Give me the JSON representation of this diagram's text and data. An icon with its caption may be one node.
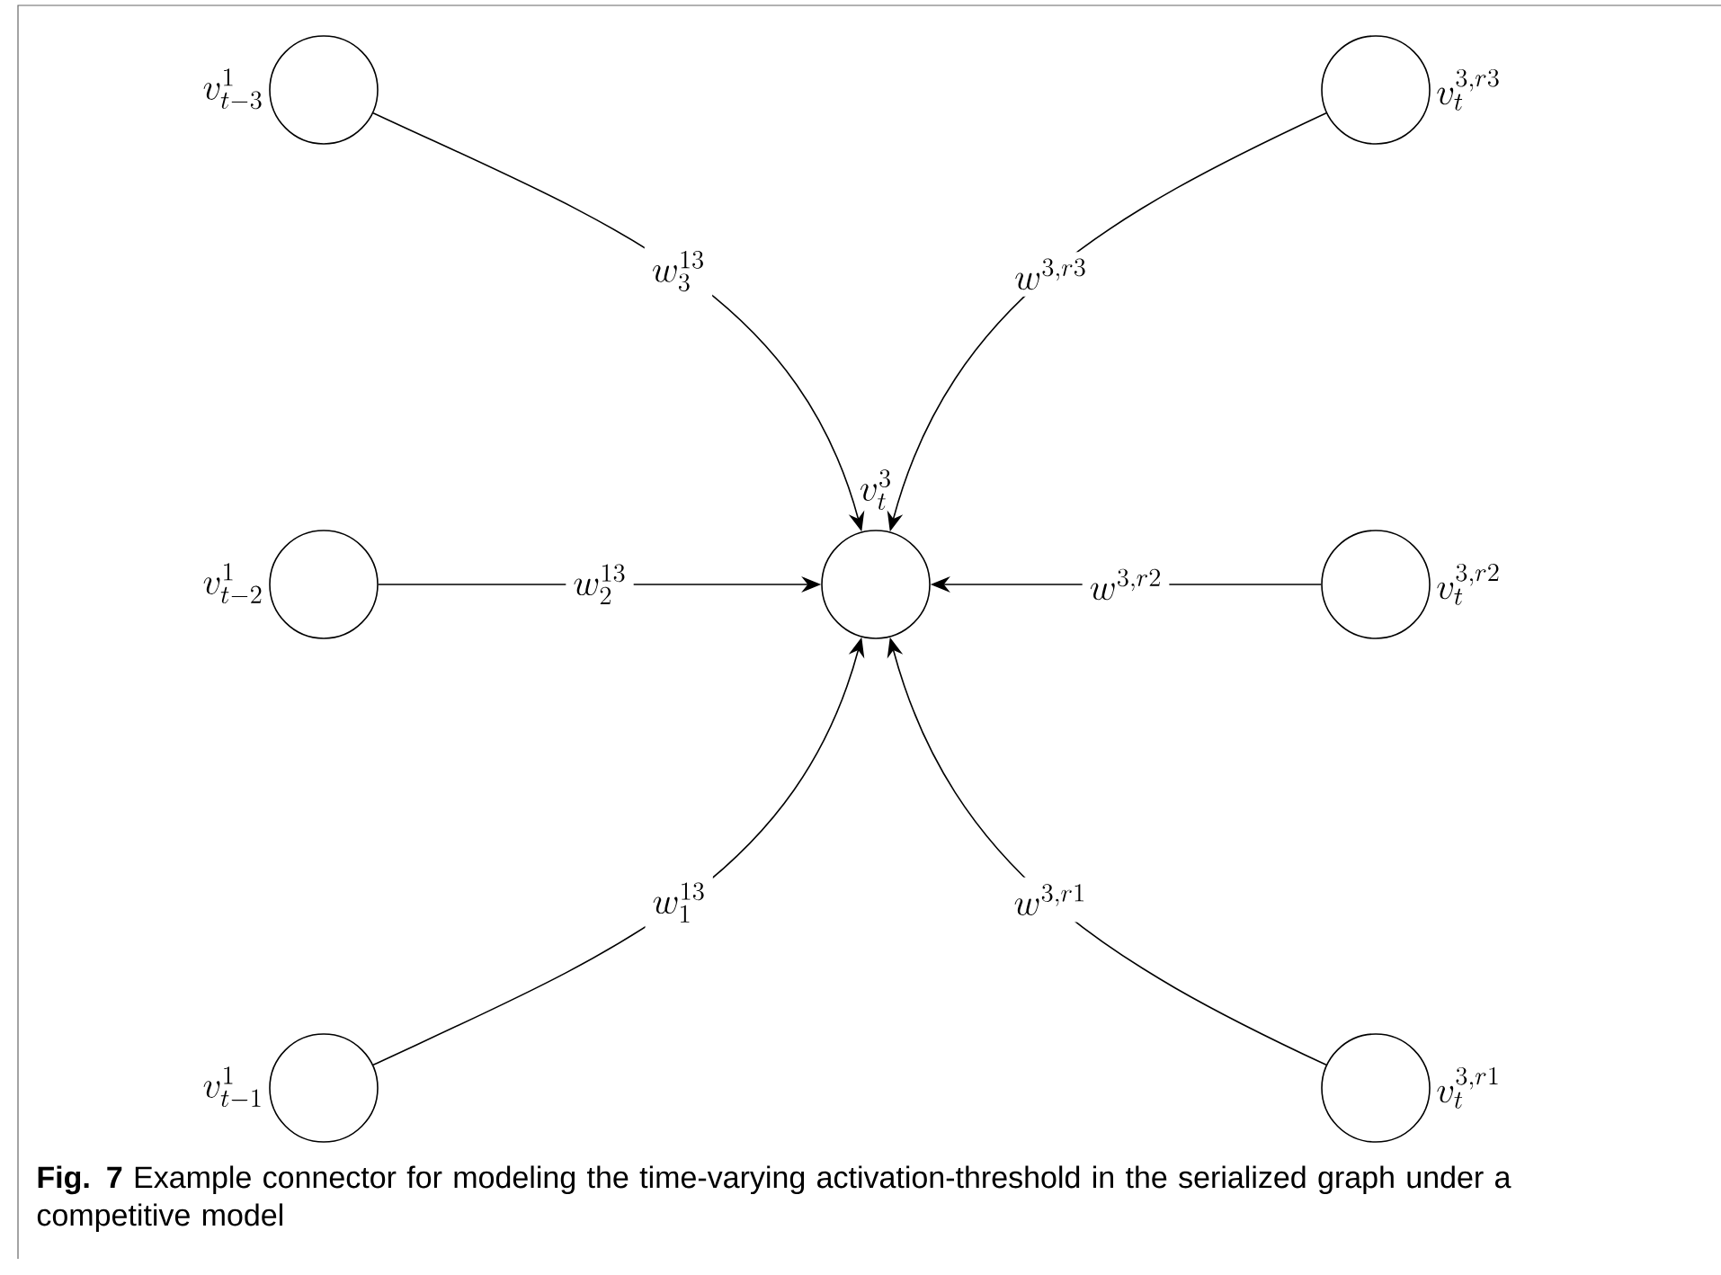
{
  "diagram": {
    "caption": "**Fig. 7** Example connector for modeling the time-varying activation-threshold in the serialized graph under a competitive model",
    "nodes": [
      {
        "text": [],
        "shape": "circle",
        "beside": [
          "v_{t-3}^{1}"
        ]
      },
      {
        "text": [],
        "shape": "circle",
        "beside": [
          "v_{t}^{3,r3}"
        ]
      },
      {
        "text": [],
        "shape": "circle",
        "beside": [
          "v_{t-2}^{1}"
        ]
      },
      {
        "text": [],
        "shape": "circle",
        "beside": [
          "v_{t}^{3}"
        ]
      },
      {
        "text": [],
        "shape": "circle",
        "beside": [
          "v_{t}^{3,r2}"
        ]
      },
      {
        "text": [],
        "shape": "circle",
        "beside": [
          "v_{t-1}^{1}"
        ]
      },
      {
        "text": [],
        "shape": "circle",
        "beside": [
          "v_{t}^{3,r1}"
        ]
      }
    ],
    "edges": [
      {
        "from": 0,
        "to": 3,
        "arrow": "to",
        "label": "w_{3}^{13}"
      },
      {
        "from": 1,
        "to": 3,
        "arrow": "to",
        "label": "w^{3,r3}"
      },
      {
        "from": 2,
        "to": 3,
        "arrow": "to",
        "label": "w_{2}^{13}"
      },
      {
        "from": 4,
        "to": 3,
        "arrow": "to",
        "label": "w^{3,r2}"
      },
      {
        "from": 5,
        "to": 3,
        "arrow": "to",
        "label": "w_{1}^{13}"
      },
      {
        "from": 6,
        "to": 3,
        "arrow": "to",
        "label": "w^{3,r1}"
      }
    ]
  }
}
